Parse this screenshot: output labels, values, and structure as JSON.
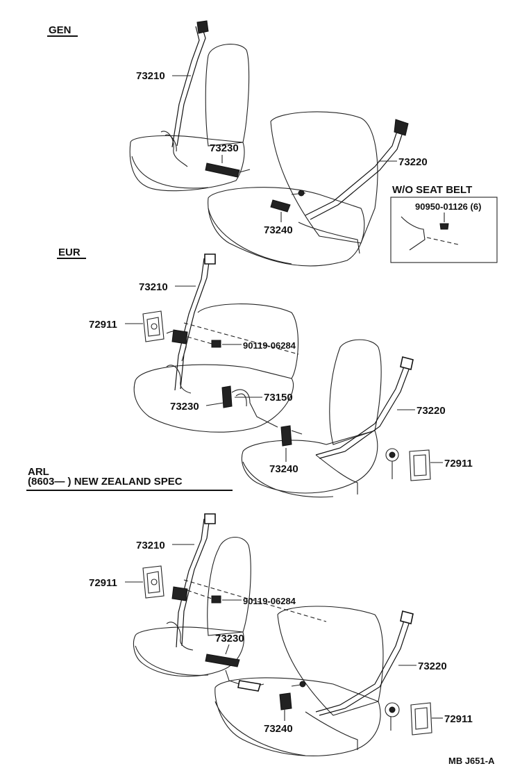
{
  "sections": {
    "gen": "GEN",
    "eur": "EUR",
    "arl_line1": "ARL",
    "arl_line2": "(8603—        ) NEW ZEALAND SPEC"
  },
  "inset": {
    "title": "W/O SEAT BELT",
    "part": "90950-01126 (6)"
  },
  "labels": {
    "gen_73210": "73210",
    "gen_73230": "73230",
    "gen_73220": "73220",
    "gen_73240": "73240",
    "eur_73210": "73210",
    "eur_72911_l": "72911",
    "eur_90119": "90119-06284",
    "eur_73230": "73230",
    "eur_73150": "73150",
    "eur_73220": "73220",
    "eur_73240": "73240",
    "eur_72911_r": "72911",
    "nz_73210": "73210",
    "nz_72911_l": "72911",
    "nz_90119": "90119-06284",
    "nz_73230": "73230",
    "nz_73220": "73220",
    "nz_73240": "73240",
    "nz_72911_r": "72911"
  },
  "footer": {
    "code": "MB  J651-A"
  }
}
